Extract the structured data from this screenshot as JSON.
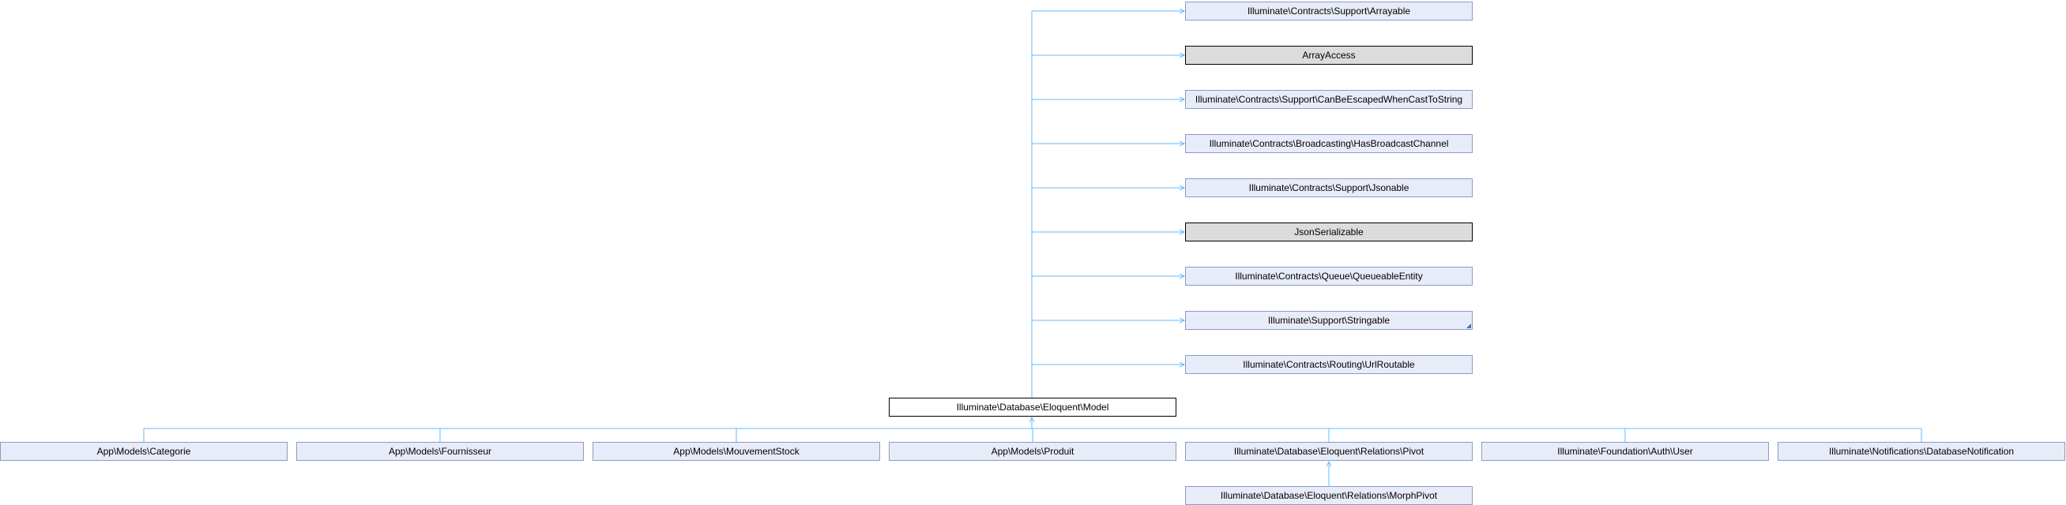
{
  "diagram": {
    "focus": {
      "label": "Illuminate\\Database\\Eloquent\\Model",
      "style": "focus"
    },
    "interfaces": [
      {
        "label": "Illuminate\\Contracts\\Support\\Arrayable",
        "style": "documented"
      },
      {
        "label": "ArrayAccess",
        "style": "external"
      },
      {
        "label": "Illuminate\\Contracts\\Support\\CanBeEscapedWhenCastToString",
        "style": "documented"
      },
      {
        "label": "Illuminate\\Contracts\\Broadcasting\\HasBroadcastChannel",
        "style": "documented"
      },
      {
        "label": "Illuminate\\Contracts\\Support\\Jsonable",
        "style": "documented"
      },
      {
        "label": "JsonSerializable",
        "style": "external"
      },
      {
        "label": "Illuminate\\Contracts\\Queue\\QueueableEntity",
        "style": "documented"
      },
      {
        "label": "Illuminate\\Support\\Stringable",
        "style": "documented",
        "folded": true
      },
      {
        "label": "Illuminate\\Contracts\\Routing\\UrlRoutable",
        "style": "documented"
      }
    ],
    "children": [
      {
        "label": "App\\Models\\Categorie",
        "style": "documented"
      },
      {
        "label": "App\\Models\\Fournisseur",
        "style": "documented"
      },
      {
        "label": "App\\Models\\MouvementStock",
        "style": "documented"
      },
      {
        "label": "App\\Models\\Produit",
        "style": "documented"
      },
      {
        "label": "Illuminate\\Database\\Eloquent\\Relations\\Pivot",
        "style": "documented"
      },
      {
        "label": "Illuminate\\Foundation\\Auth\\User",
        "style": "documented"
      },
      {
        "label": "Illuminate\\Notifications\\DatabaseNotification",
        "style": "documented"
      }
    ],
    "grandchildren": [
      {
        "label": "Illuminate\\Database\\Eloquent\\Relations\\MorphPivot",
        "style": "documented",
        "parent_index": 4
      }
    ],
    "colors": {
      "edge": "#63b8ff",
      "documented_fill": "#e8ecf8",
      "documented_border": "#8a9bc9",
      "external_fill": "#dcdcdc",
      "focus_fill": "#ffffff"
    }
  }
}
